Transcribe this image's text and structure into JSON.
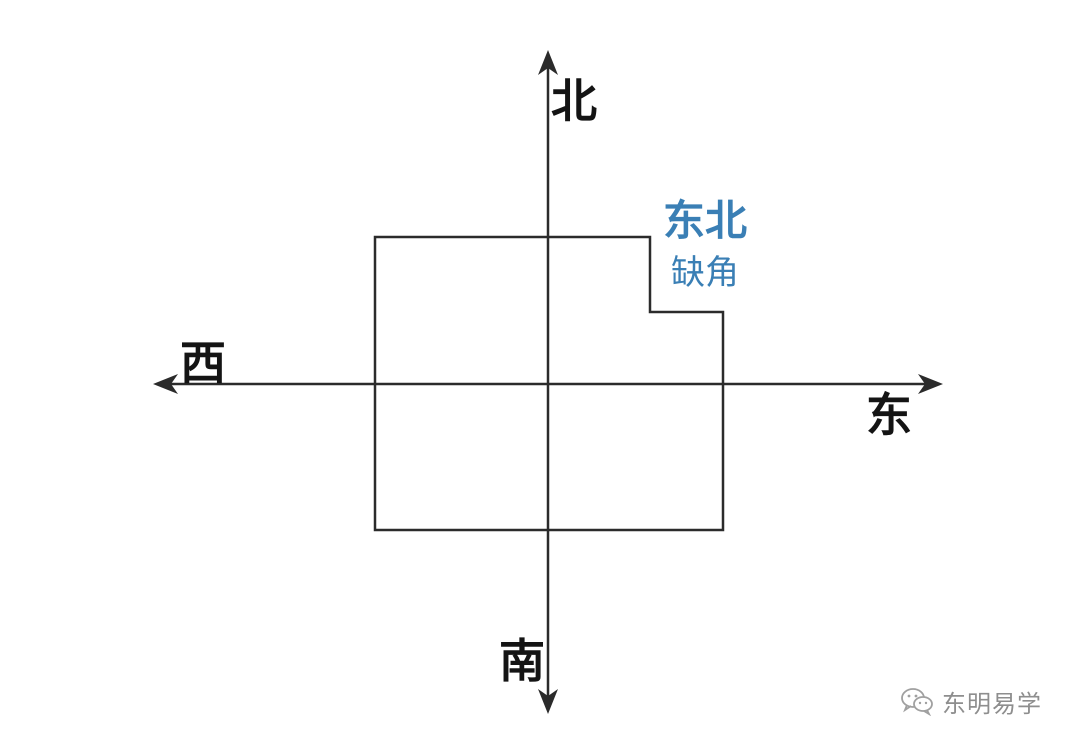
{
  "directions": {
    "north": "北",
    "south": "南",
    "west": "西",
    "east": "东"
  },
  "annotation": {
    "title": "东北",
    "subtitle": "缺角",
    "color": "#3a7fb5"
  },
  "floor_plan": {
    "missing_corner": "northeast"
  },
  "watermark": {
    "icon": "wechat-icon",
    "text": "东明易学"
  },
  "colors": {
    "axis": "#2b2b2b",
    "outline": "#2b2b2b",
    "background": "#ffffff"
  }
}
